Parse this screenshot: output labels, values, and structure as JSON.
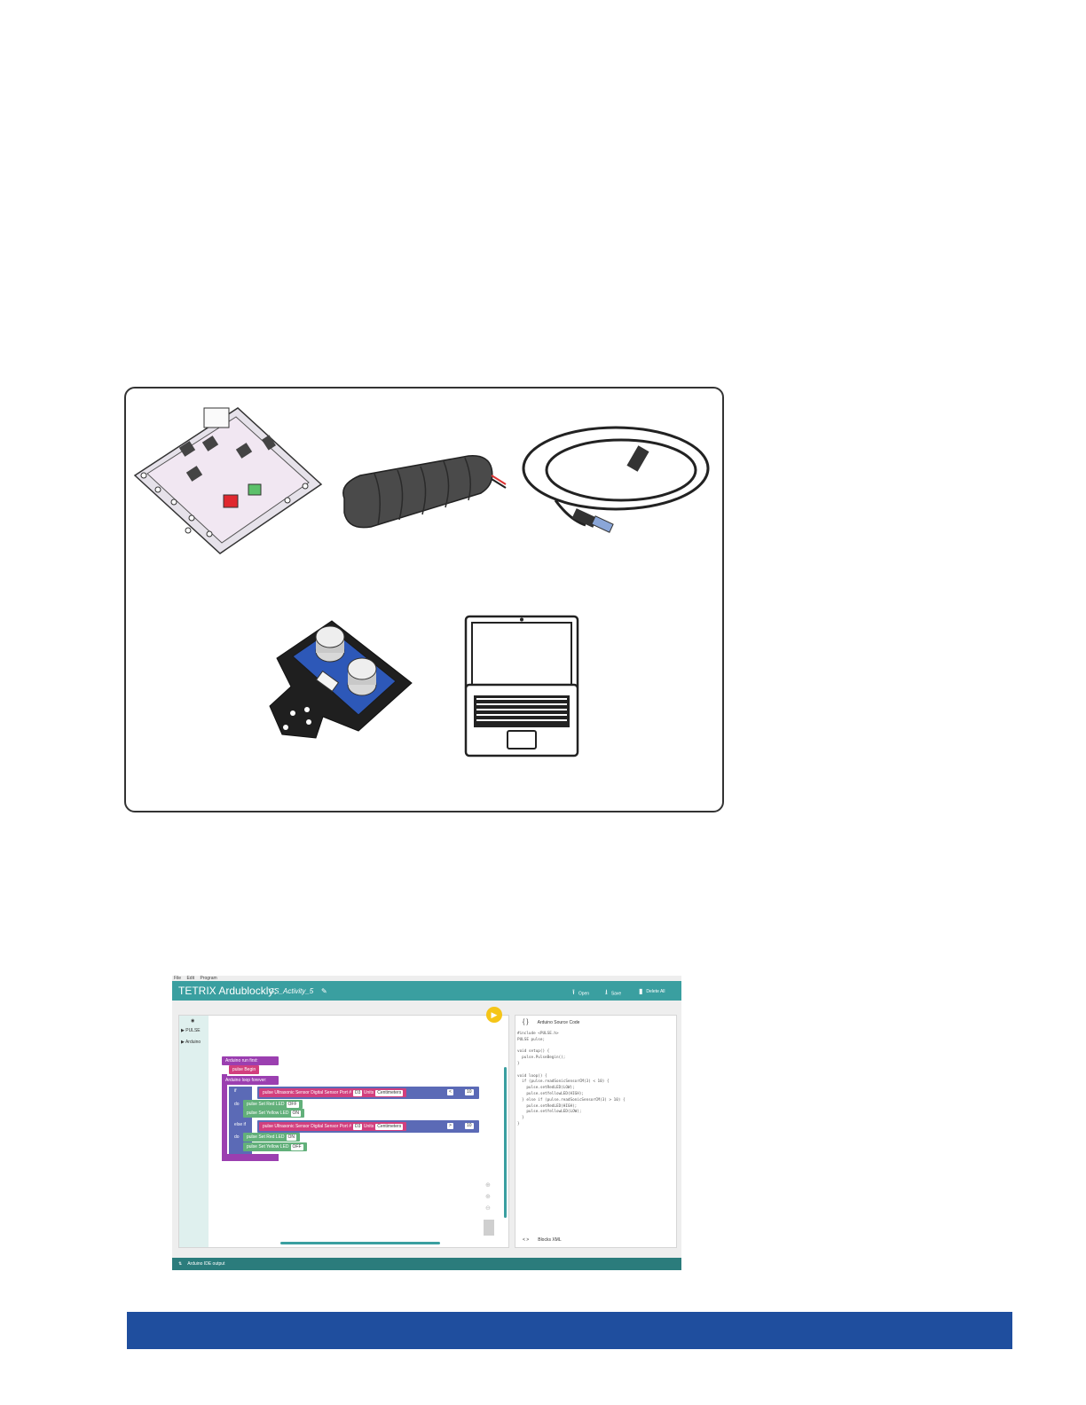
{
  "ardublockly": {
    "menu": [
      "File",
      "Edit",
      "Program"
    ],
    "app_title": "TETRIX Ardublockly:",
    "sketch_name": "GS_Activity_5",
    "toolbar": {
      "open": "Open",
      "save": "Save",
      "delete_all": "Delete All"
    },
    "toolbox": {
      "pulse": "PULSE",
      "arduino": "Arduino"
    },
    "blocks": {
      "run_first": "Arduino run first:",
      "pulse_begin": "pulse Begin",
      "loop_forever": "Arduino loop forever:",
      "if": "if",
      "do": "do",
      "else_if": "else if",
      "ultrasonic_1": "pulse Ultrasonic Sensor  Digital Sensor Port #",
      "port_1": "D3",
      "units_label": "Units",
      "units_1": "Centimeters",
      "op_1": "< ",
      "num_1": "10",
      "red_led_1": "pulse Set Red LED",
      "red_val_1": "OFF",
      "yellow_led_1": "pulse Set Yellow LED",
      "yellow_val_1": "ON",
      "ultrasonic_2": "pulse Ultrasonic Sensor  Digital Sensor Port #",
      "port_2": "D3",
      "units_2": "Centimeters",
      "op_2": "> ",
      "num_2": "10",
      "red_led_2": "pulse Set Red LED",
      "red_val_2": "ON",
      "yellow_led_2": "pulse Set Yellow LED",
      "yellow_val_2": "OFF"
    },
    "code_header": "Arduino Source Code",
    "code": "#include <PULSE.h>\nPULSE pulse;\n\nvoid setup() {\n  pulse.PulseBegin();\n}\n\nvoid loop() {\n  if (pulse.readSonicSensorCM(3) < 10) {\n    pulse.setRedLED(LOW);\n    pulse.setYellowLED(HIGH);\n  } else if (pulse.readSonicSensorCM(3) > 10) {\n    pulse.setRedLED(HIGH);\n    pulse.setYellowLED(LOW);\n  }\n}",
    "xml_header": "Blocks XML",
    "status": "Arduino IDE output"
  },
  "colors": {
    "title_bar": "#3a9fa0",
    "footer_bar": "#1f4e9e",
    "block_purple": "#9b3fb0",
    "block_blue": "#5b6ab6",
    "block_green": "#62b07a"
  },
  "icons": [
    "upload-icon",
    "download-icon",
    "trash-icon",
    "edit-icon",
    "play-icon"
  ]
}
